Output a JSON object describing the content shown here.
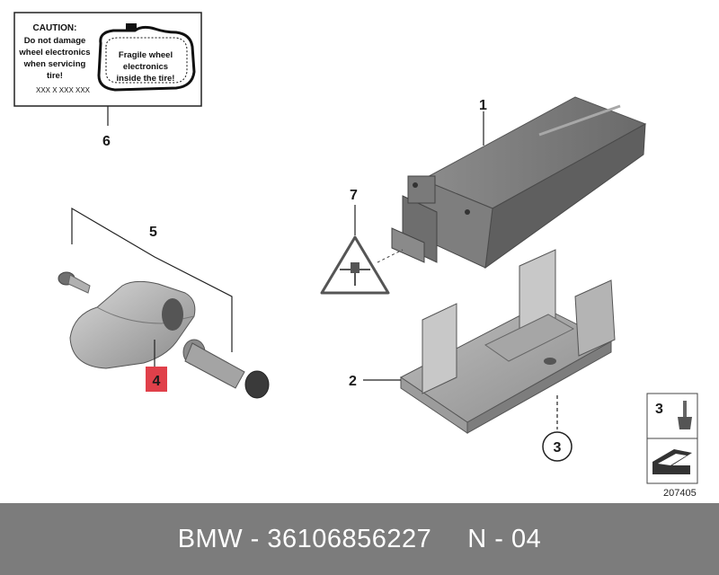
{
  "caution_label": {
    "heading": "CAUTION:",
    "lines": [
      "Do not damage",
      "wheel electronics",
      "when servicing",
      "tire!"
    ],
    "code": "XXX X XXX XXX",
    "tire_text": [
      "Fragile wheel",
      "electronics",
      "inside the tire!"
    ]
  },
  "callouts": {
    "c1": "1",
    "c2": "2",
    "c3": "3",
    "c4": "4",
    "c5": "5",
    "c6": "6",
    "c7": "7"
  },
  "legend": {
    "number": "3",
    "figure_id": "207405"
  },
  "footer": {
    "part_text": "BMW - 36106856227",
    "page_text": "N - 04"
  },
  "colors": {
    "part_gray": "#7a7a7a",
    "highlight_box": "#e0404a",
    "footer_bg": "#7c7c7c"
  }
}
